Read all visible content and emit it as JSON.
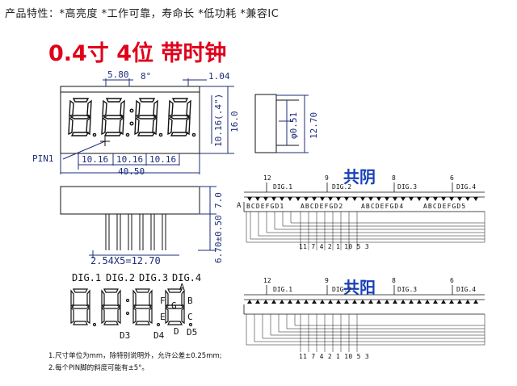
{
  "header": {
    "features": "产品特性：*高亮度 *工作可靠，寿命长 *低功耗 *兼容IC",
    "product_title": "0.4寸 4位 带时钟"
  },
  "front_view": {
    "dim_top_a": "5.80",
    "dim_top_b": "8°",
    "dim_top_c": "1.04",
    "dim_pitch_1": "10.16",
    "dim_pitch_2": "10.16",
    "dim_pitch_3": "10.16",
    "dim_width": "40.50",
    "dim_char_height": "10.16(.4\")",
    "dim_height": "16.0",
    "pin1_label": "PIN1"
  },
  "side_view": {
    "dim_pin_dia": "φ0.51",
    "dim_depth": "12.70"
  },
  "bottom_view": {
    "dim_body": "7.0",
    "dim_pin_len": "6.70±0.50",
    "dim_pin_pitch": "2.54X5=12.70"
  },
  "digit_labels": {
    "dig1": "DIG.1",
    "dig2": "DIG.2",
    "dig3": "DIG.3",
    "dig4": "DIG.4",
    "seg_a": "A",
    "seg_b": "B",
    "seg_c": "C",
    "seg_d": "D",
    "seg_e": "E",
    "seg_f": "F",
    "seg_g": "G",
    "d3": "D3",
    "d4": "D4",
    "d5": "D5"
  },
  "notes": {
    "note1": "1.尺寸单位为mm，除特别说明外，允许公差±0.25mm;",
    "note2": "2.每个PIN脚的斜度可能有±5°。"
  },
  "schematic_cc": {
    "title": "共阴",
    "pin_top_1": "12",
    "pin_top_2": "9",
    "pin_top_3": "8",
    "pin_top_4": "6",
    "dig1": "DIG.1",
    "dig2": "DIG.2",
    "dig3": "DIG.3",
    "dig4": "DIG.4",
    "left_label": "A",
    "seg_row_1": "BCDEFGD1",
    "seg_row_2": "ABCDEFGD2",
    "seg_row_3": "ABCDEFGD4",
    "seg_row_4": "ABCDEFGD5",
    "pins_bottom": "11 7 4 2 1 10 5 3"
  },
  "schematic_ca": {
    "title": "共阳",
    "pin_top_1": "12",
    "pin_top_2": "9",
    "pin_top_3": "8",
    "pin_top_4": "6",
    "dig1": "DIG.1",
    "dig2": "DIG.2",
    "dig3": "DIG.3",
    "dig4": "DIG.4",
    "pins_bottom": "11 7 4 2 1 10 5 3"
  }
}
